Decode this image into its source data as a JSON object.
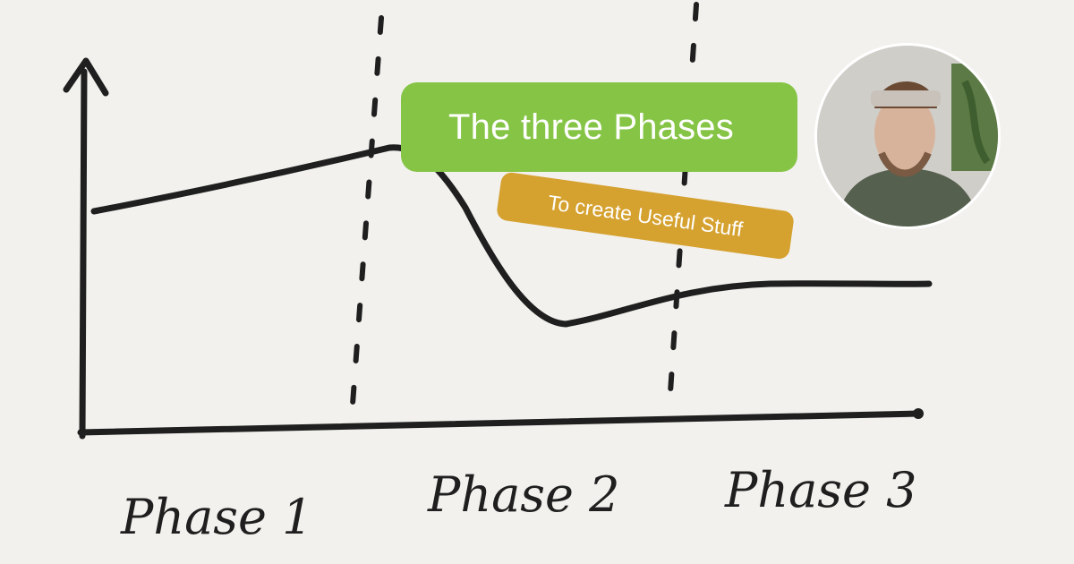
{
  "diagram": {
    "phase_labels": [
      "Phase 1",
      "Phase 2",
      "Phase 3"
    ]
  },
  "title": "The three Phases",
  "subtitle": "To create Useful Stuff",
  "colors": {
    "paper": "#f2f1ee",
    "ink": "#1f1f1f",
    "title_pill": "#85c445",
    "subtitle_pill": "#d5a12f"
  },
  "avatar": {
    "icon": "person-photo"
  }
}
